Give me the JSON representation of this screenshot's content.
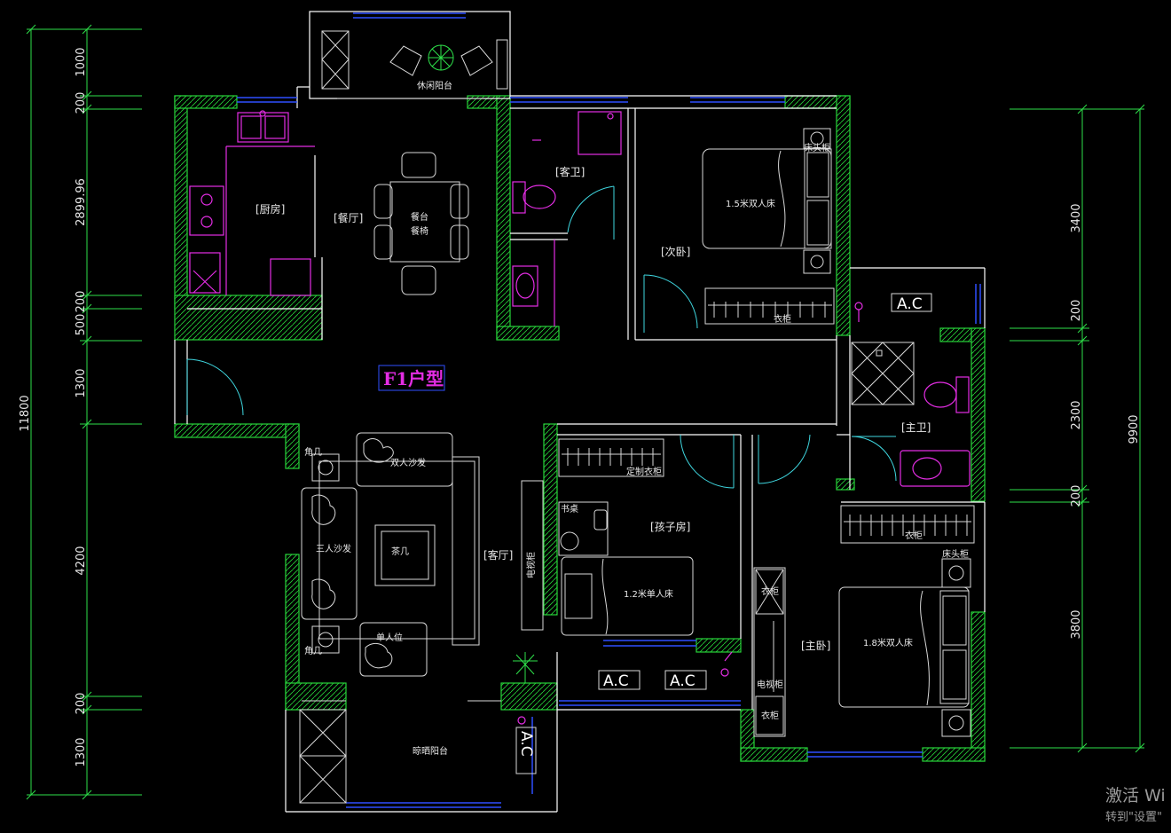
{
  "plan": {
    "title": "F1户型",
    "rooms": {
      "leisure_balcony": "休闲阳台",
      "kitchen": "[厨房]",
      "dining": "[餐厅]",
      "dining_table": "餐台",
      "dining_chairs": "餐椅",
      "guest_bath": "[客卫]",
      "second_bedroom": "[次卧]",
      "bed_15": "1.5米双人床",
      "nightstand_a": "床头柜",
      "wardrobe_a": "衣柜",
      "master_bath": "[主卫]",
      "living": "[客厅]",
      "loveseat": "双人沙发",
      "three_seat_sofa": "三人沙发",
      "coffee_table": "茶几",
      "armchair": "单人位",
      "corner_table_a": "角几",
      "corner_table_b": "角几",
      "tv_cabinet_a": "电视柜",
      "kids_room": "[孩子房]",
      "custom_wardrobe": "定制衣柜",
      "desk": "书桌",
      "bed_12": "1.2米单人床",
      "master_bedroom": "[主卧]",
      "bed_18": "1.8米双人床",
      "nightstand_b": "床头柜",
      "wardrobe_b": "衣柜",
      "wardrobe_c": "衣柜",
      "wardrobe_d": "衣柜",
      "tv_cabinet_b": "电视柜",
      "drying_balcony": "晾晒阳台"
    },
    "ac": {
      "right": "A.C",
      "kids_1": "A.C",
      "kids_2": "A.C",
      "balcony": "A.C"
    },
    "dimensions_left": {
      "total": "11800",
      "d1": "1000",
      "d2": "200",
      "d3": "2899.96",
      "d4": "200",
      "d5": "500",
      "d6": "1300",
      "d7": "4200",
      "d8": "200",
      "d9": "1300"
    },
    "dimensions_right": {
      "total": "9900",
      "d1": "3400",
      "d2": "200",
      "d3": "2300",
      "d4": "200",
      "d5": "3800"
    }
  },
  "watermark": {
    "line1": "激活 Wi",
    "line2": "转到\"设置\""
  },
  "colors": {
    "background": "#000000",
    "wall": "#ffffff",
    "hatch": "#27d43a",
    "window": "#2f4fff",
    "fixture": "#e42de4",
    "door_arc": "#3fd7e0",
    "dimension": "#2ee04a"
  }
}
